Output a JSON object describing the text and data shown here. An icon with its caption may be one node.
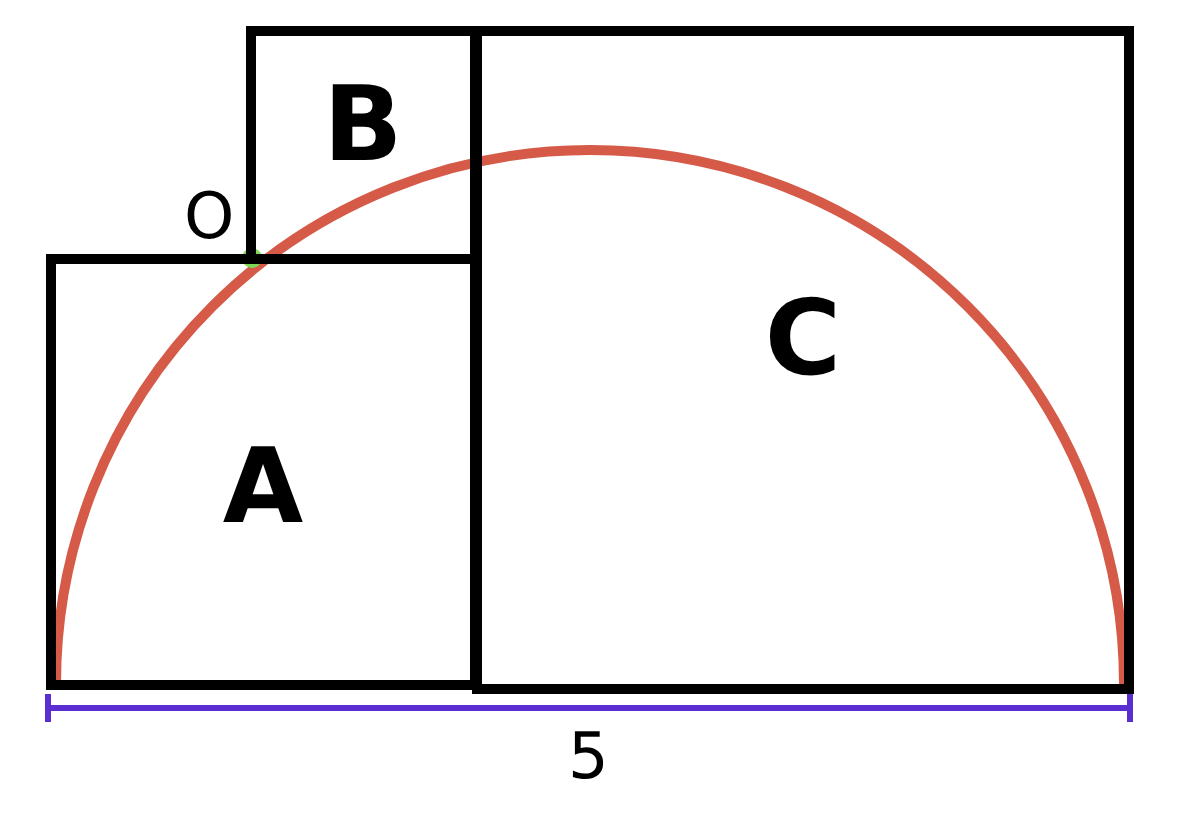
{
  "diagram": {
    "nodes": [
      {
        "text": [
          "A"
        ]
      },
      {
        "text": [
          "B"
        ]
      },
      {
        "text": [
          "C"
        ]
      }
    ],
    "labels": [
      "O",
      "5"
    ]
  }
}
